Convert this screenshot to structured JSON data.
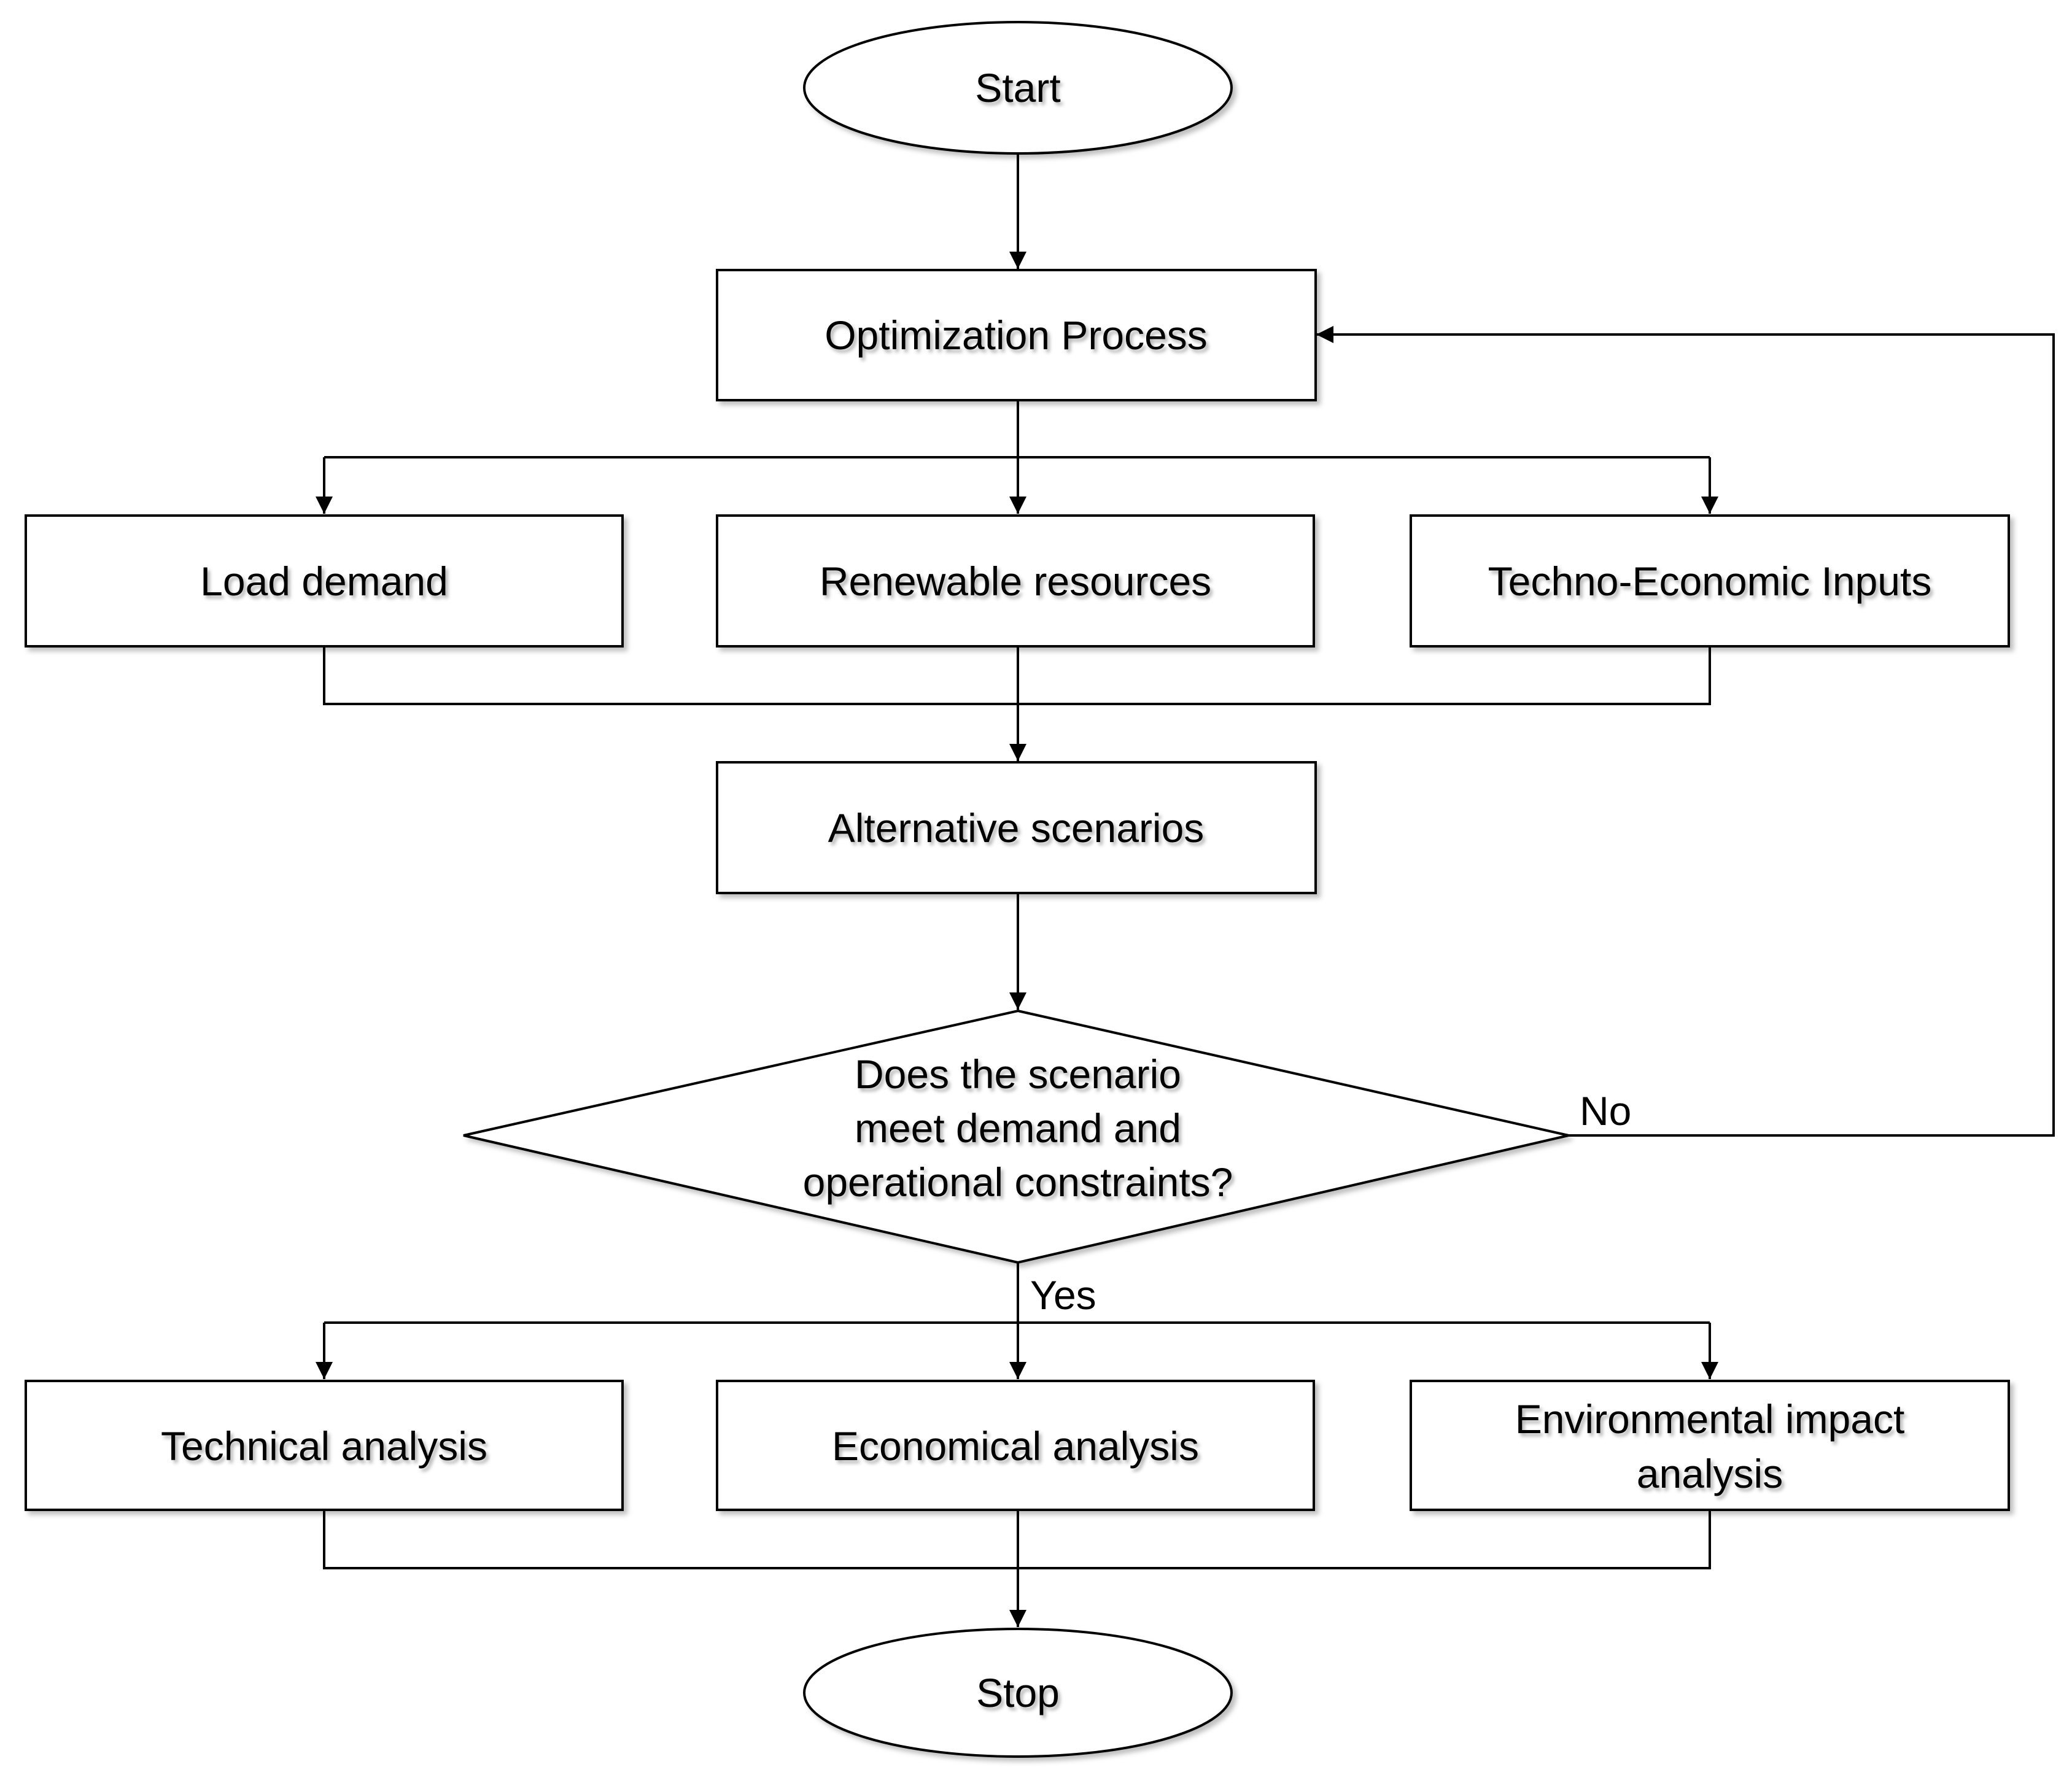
{
  "nodes": {
    "start": "Start",
    "optimization": "Optimization Process",
    "load_demand": "Load demand",
    "renewable": "Renewable resources",
    "techno_economic": "Techno-Economic Inputs",
    "alternative": "Alternative scenarios",
    "decision": [
      "Does the scenario",
      "meet demand and",
      "operational constraints?"
    ],
    "technical": "Technical analysis",
    "economical": "Economical analysis",
    "environmental": [
      "Environmental impact",
      "analysis"
    ],
    "stop": "Stop"
  },
  "edge_labels": {
    "no": "No",
    "yes": "Yes"
  },
  "colors": {
    "stroke": "#000000",
    "fill": "#ffffff",
    "text": "#000000"
  }
}
